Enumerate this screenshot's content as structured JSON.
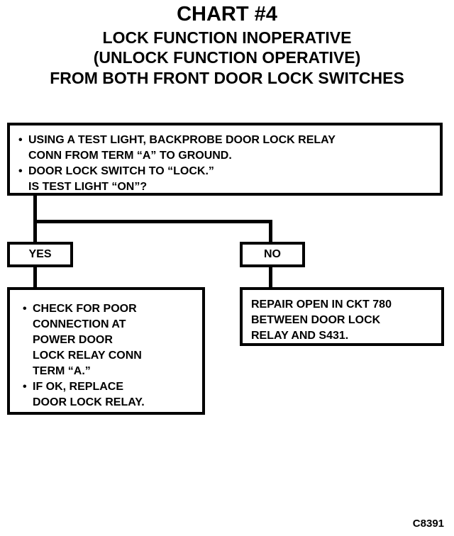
{
  "title": {
    "chart_number": "CHART #4",
    "line1": "LOCK FUNCTION INOPERATIVE",
    "line2": "(UNLOCK FUNCTION OPERATIVE)",
    "line3": "FROM BOTH FRONT DOOR LOCK SWITCHES"
  },
  "question": {
    "bullet_symbol": "•",
    "steps": [
      "USING A TEST LIGHT, BACKPROBE DOOR LOCK RELAY\nCONN FROM TERM “A” TO GROUND.",
      "DOOR LOCK SWITCH TO “LOCK.”\nIS TEST LIGHT “ON”?"
    ]
  },
  "branches": {
    "yes_label": "YES",
    "no_label": "NO"
  },
  "yes_action": {
    "steps": [
      "CHECK FOR POOR\nCONNECTION AT\nPOWER DOOR\nLOCK RELAY CONN\nTERM “A.”",
      "IF OK, REPLACE\nDOOR LOCK RELAY."
    ]
  },
  "no_action": {
    "text": "REPAIR OPEN IN CKT 780\nBETWEEN DOOR LOCK\nRELAY AND S431."
  },
  "figure_code": "C8391"
}
